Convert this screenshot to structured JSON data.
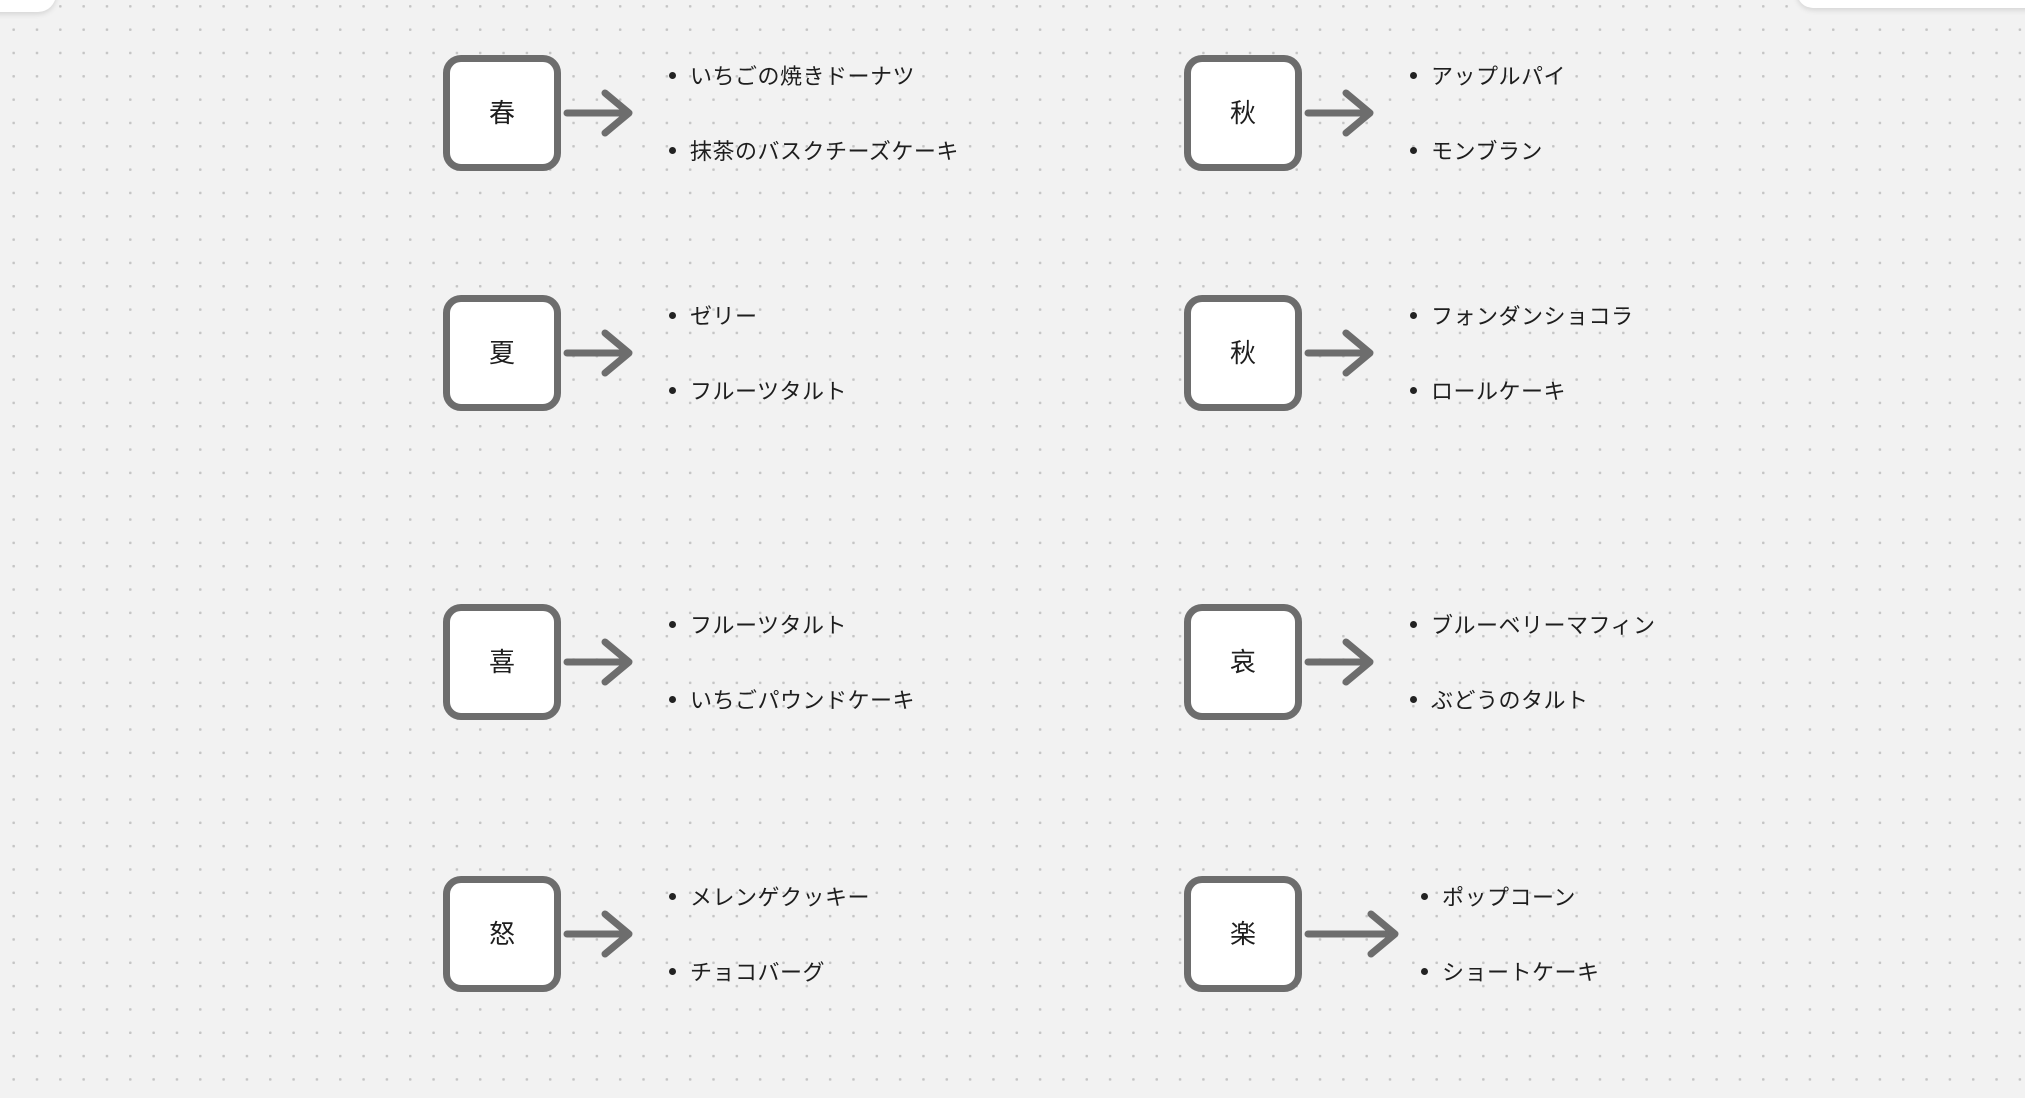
{
  "board": {
    "background_color": "#f2f2f2",
    "dot_grid_color": "#c5c5c5",
    "shape_border_color": "#6d6d6d",
    "arrow_color": "#6d6d6d",
    "text_color": "#1e1e1e"
  },
  "groups": [
    {
      "label": "春",
      "items": [
        "いちごの焼きドーナツ",
        "抹茶のバスクチーズケーキ"
      ]
    },
    {
      "label": "秋",
      "items": [
        "アップルパイ",
        "モンブラン"
      ]
    },
    {
      "label": "夏",
      "items": [
        "ゼリー",
        "フルーツタルト"
      ]
    },
    {
      "label": "秋",
      "items": [
        "フォンダンショコラ",
        "ロールケーキ"
      ]
    },
    {
      "label": "喜",
      "items": [
        "フルーツタルト",
        "いちごパウンドケーキ"
      ]
    },
    {
      "label": "哀",
      "items": [
        "ブルーベリーマフィン",
        "ぶどうのタルト"
      ]
    },
    {
      "label": "怒",
      "items": [
        "メレンゲクッキー",
        "チョコバーグ"
      ]
    },
    {
      "label": "楽",
      "items": [
        "ポップコーン",
        "ショートケーキ"
      ]
    }
  ]
}
